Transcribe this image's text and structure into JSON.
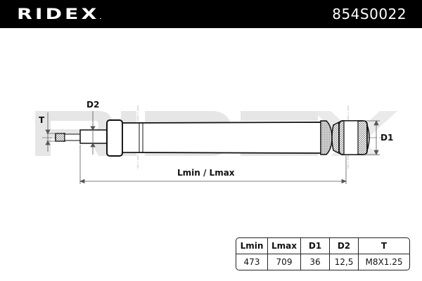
{
  "header": {
    "brand": "RIDEX",
    "part_number": "854S0022",
    "background": "#000000",
    "text_color": "#ffffff"
  },
  "diagram": {
    "watermark": "RIDEX",
    "watermark_color": "#e6e6e6",
    "labels": {
      "thread": "T",
      "rod_diameter": "D2",
      "eye_diameter": "D1",
      "length": "Lmin / Lmax"
    }
  },
  "specs": {
    "headers": [
      "Lmin",
      "Lmax",
      "D1",
      "D2",
      "T"
    ],
    "values": [
      "473",
      "709",
      "36",
      "12,5",
      "M8X1.25"
    ]
  }
}
